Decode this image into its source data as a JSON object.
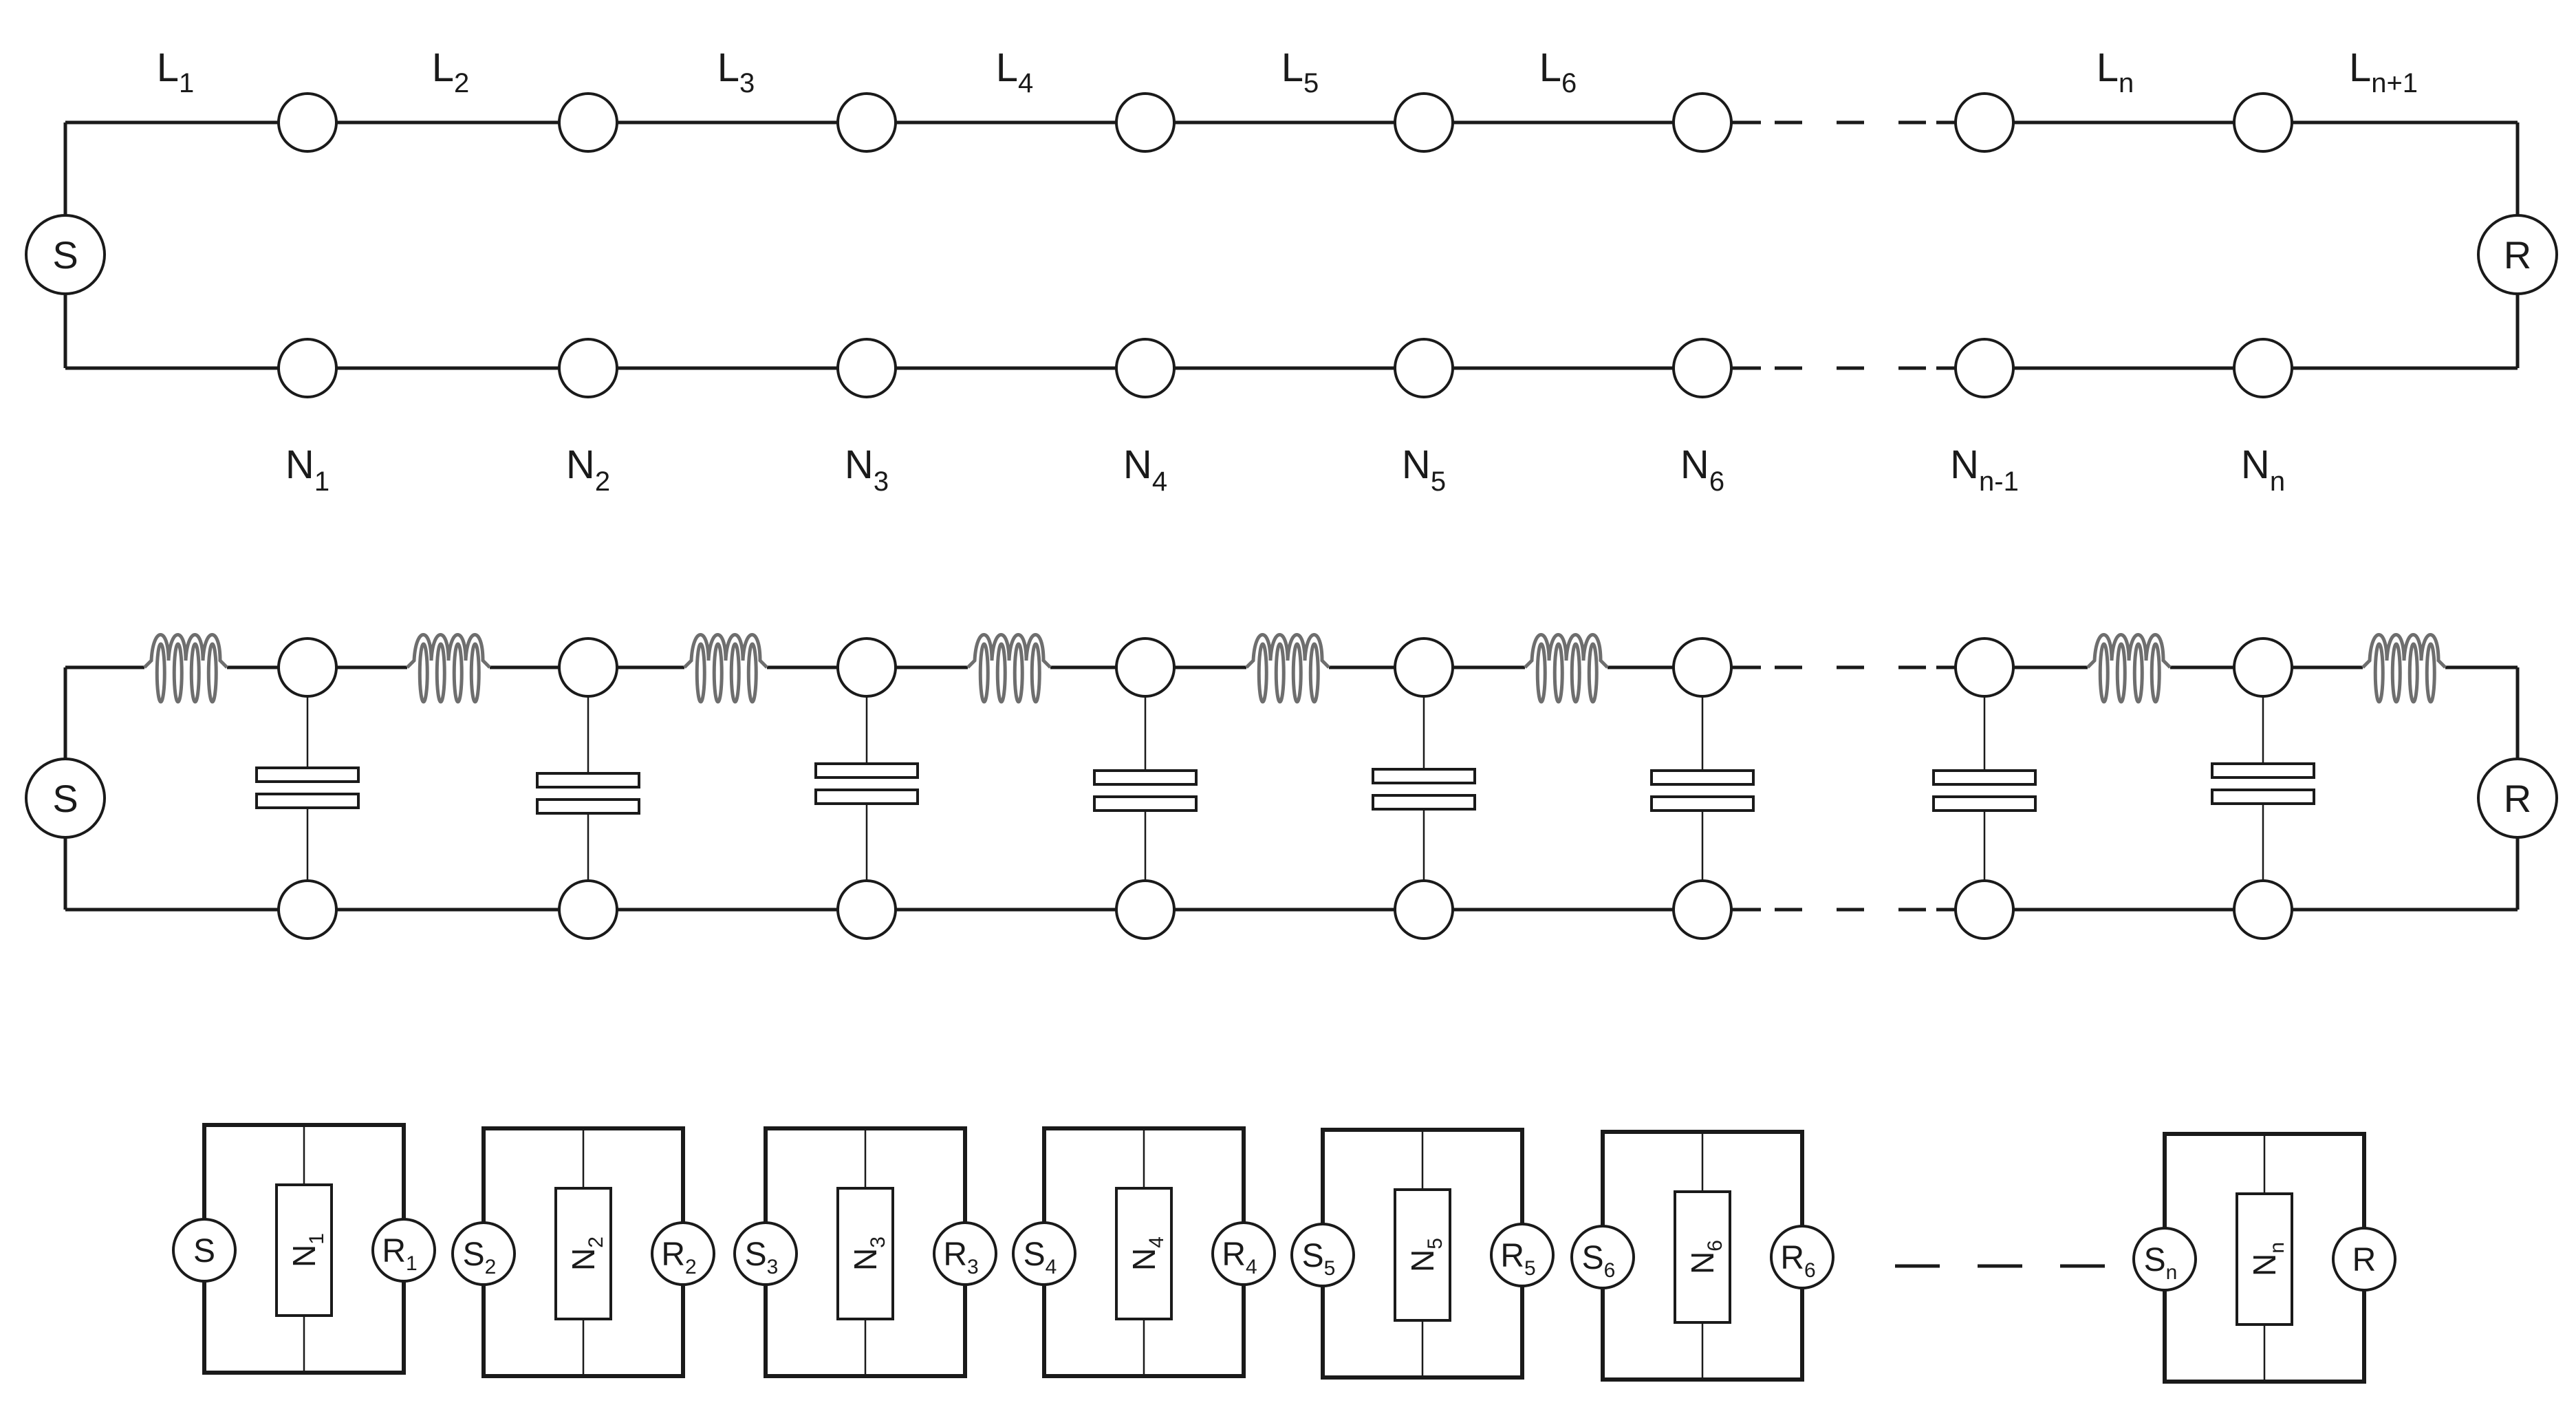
{
  "line_labels": [
    {
      "base": "L",
      "sub": "1"
    },
    {
      "base": "L",
      "sub": "2"
    },
    {
      "base": "L",
      "sub": "3"
    },
    {
      "base": "L",
      "sub": "4"
    },
    {
      "base": "L",
      "sub": "5"
    },
    {
      "base": "L",
      "sub": "6"
    },
    {
      "base": "L",
      "sub": "n"
    },
    {
      "base": "L",
      "sub": "n+1"
    }
  ],
  "node_labels": [
    {
      "base": "N",
      "sub": "1"
    },
    {
      "base": "N",
      "sub": "2"
    },
    {
      "base": "N",
      "sub": "3"
    },
    {
      "base": "N",
      "sub": "4"
    },
    {
      "base": "N",
      "sub": "5"
    },
    {
      "base": "N",
      "sub": "6"
    },
    {
      "base": "N",
      "sub": "n-1"
    },
    {
      "base": "N",
      "sub": "n"
    }
  ],
  "source_label": "S",
  "receiver_label": "R",
  "blocks": [
    {
      "s": {
        "base": "S",
        "sub": ""
      },
      "n": {
        "base": "N",
        "sub": "1"
      },
      "r": {
        "base": "R",
        "sub": "1"
      }
    },
    {
      "s": {
        "base": "S",
        "sub": "2"
      },
      "n": {
        "base": "N",
        "sub": "2"
      },
      "r": {
        "base": "R",
        "sub": "2"
      }
    },
    {
      "s": {
        "base": "S",
        "sub": "3"
      },
      "n": {
        "base": "N",
        "sub": "3"
      },
      "r": {
        "base": "R",
        "sub": "3"
      }
    },
    {
      "s": {
        "base": "S",
        "sub": "4"
      },
      "n": {
        "base": "N",
        "sub": "4"
      },
      "r": {
        "base": "R",
        "sub": "4"
      }
    },
    {
      "s": {
        "base": "S",
        "sub": "5"
      },
      "n": {
        "base": "N",
        "sub": "5"
      },
      "r": {
        "base": "R",
        "sub": "5"
      }
    },
    {
      "s": {
        "base": "S",
        "sub": "6"
      },
      "n": {
        "base": "N",
        "sub": "6"
      },
      "r": {
        "base": "R",
        "sub": "6"
      }
    },
    {
      "s": {
        "base": "S",
        "sub": "n"
      },
      "n": {
        "base": "N",
        "sub": "n"
      },
      "r": {
        "base": "R",
        "sub": ""
      }
    }
  ]
}
